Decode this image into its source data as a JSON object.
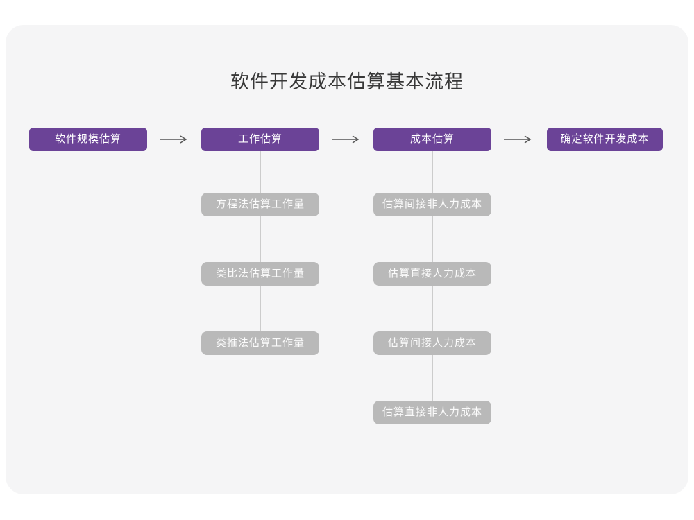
{
  "title": "软件开发成本估算基本流程",
  "colors": {
    "page_bg": "#ffffff",
    "card_bg": "#f5f5f6",
    "node_purple": "#6b4397",
    "node_gray": "#b9b9b9",
    "node_text": "#ffffff",
    "connector": "#cccccc",
    "arrow": "#555555",
    "title_text": "#383838"
  },
  "chart_data": {
    "type": "flowchart",
    "title": "软件开发成本估算基本流程",
    "main_steps": [
      "软件规模估算",
      "工作估算",
      "成本估算",
      "确定软件开发成本"
    ],
    "branches": [
      {
        "parent": "工作估算",
        "children": [
          "方程法估算工作量",
          "类比法估算工作量",
          "类推法估算工作量"
        ]
      },
      {
        "parent": "成本估算",
        "children": [
          "估算间接非人力成本",
          "估算直接人力成本",
          "估算间接人力成本",
          "估算直接非人力成本"
        ]
      }
    ]
  },
  "flow": {
    "main_steps": [
      "软件规模估算",
      "工作估算",
      "成本估算",
      "确定软件开发成本"
    ],
    "work_estimation_methods": [
      "方程法估算工作量",
      "类比法估算工作量",
      "类推法估算工作量"
    ],
    "cost_estimation_steps": [
      "估算间接非人力成本",
      "估算直接人力成本",
      "估算间接人力成本",
      "估算直接非人力成本"
    ]
  }
}
